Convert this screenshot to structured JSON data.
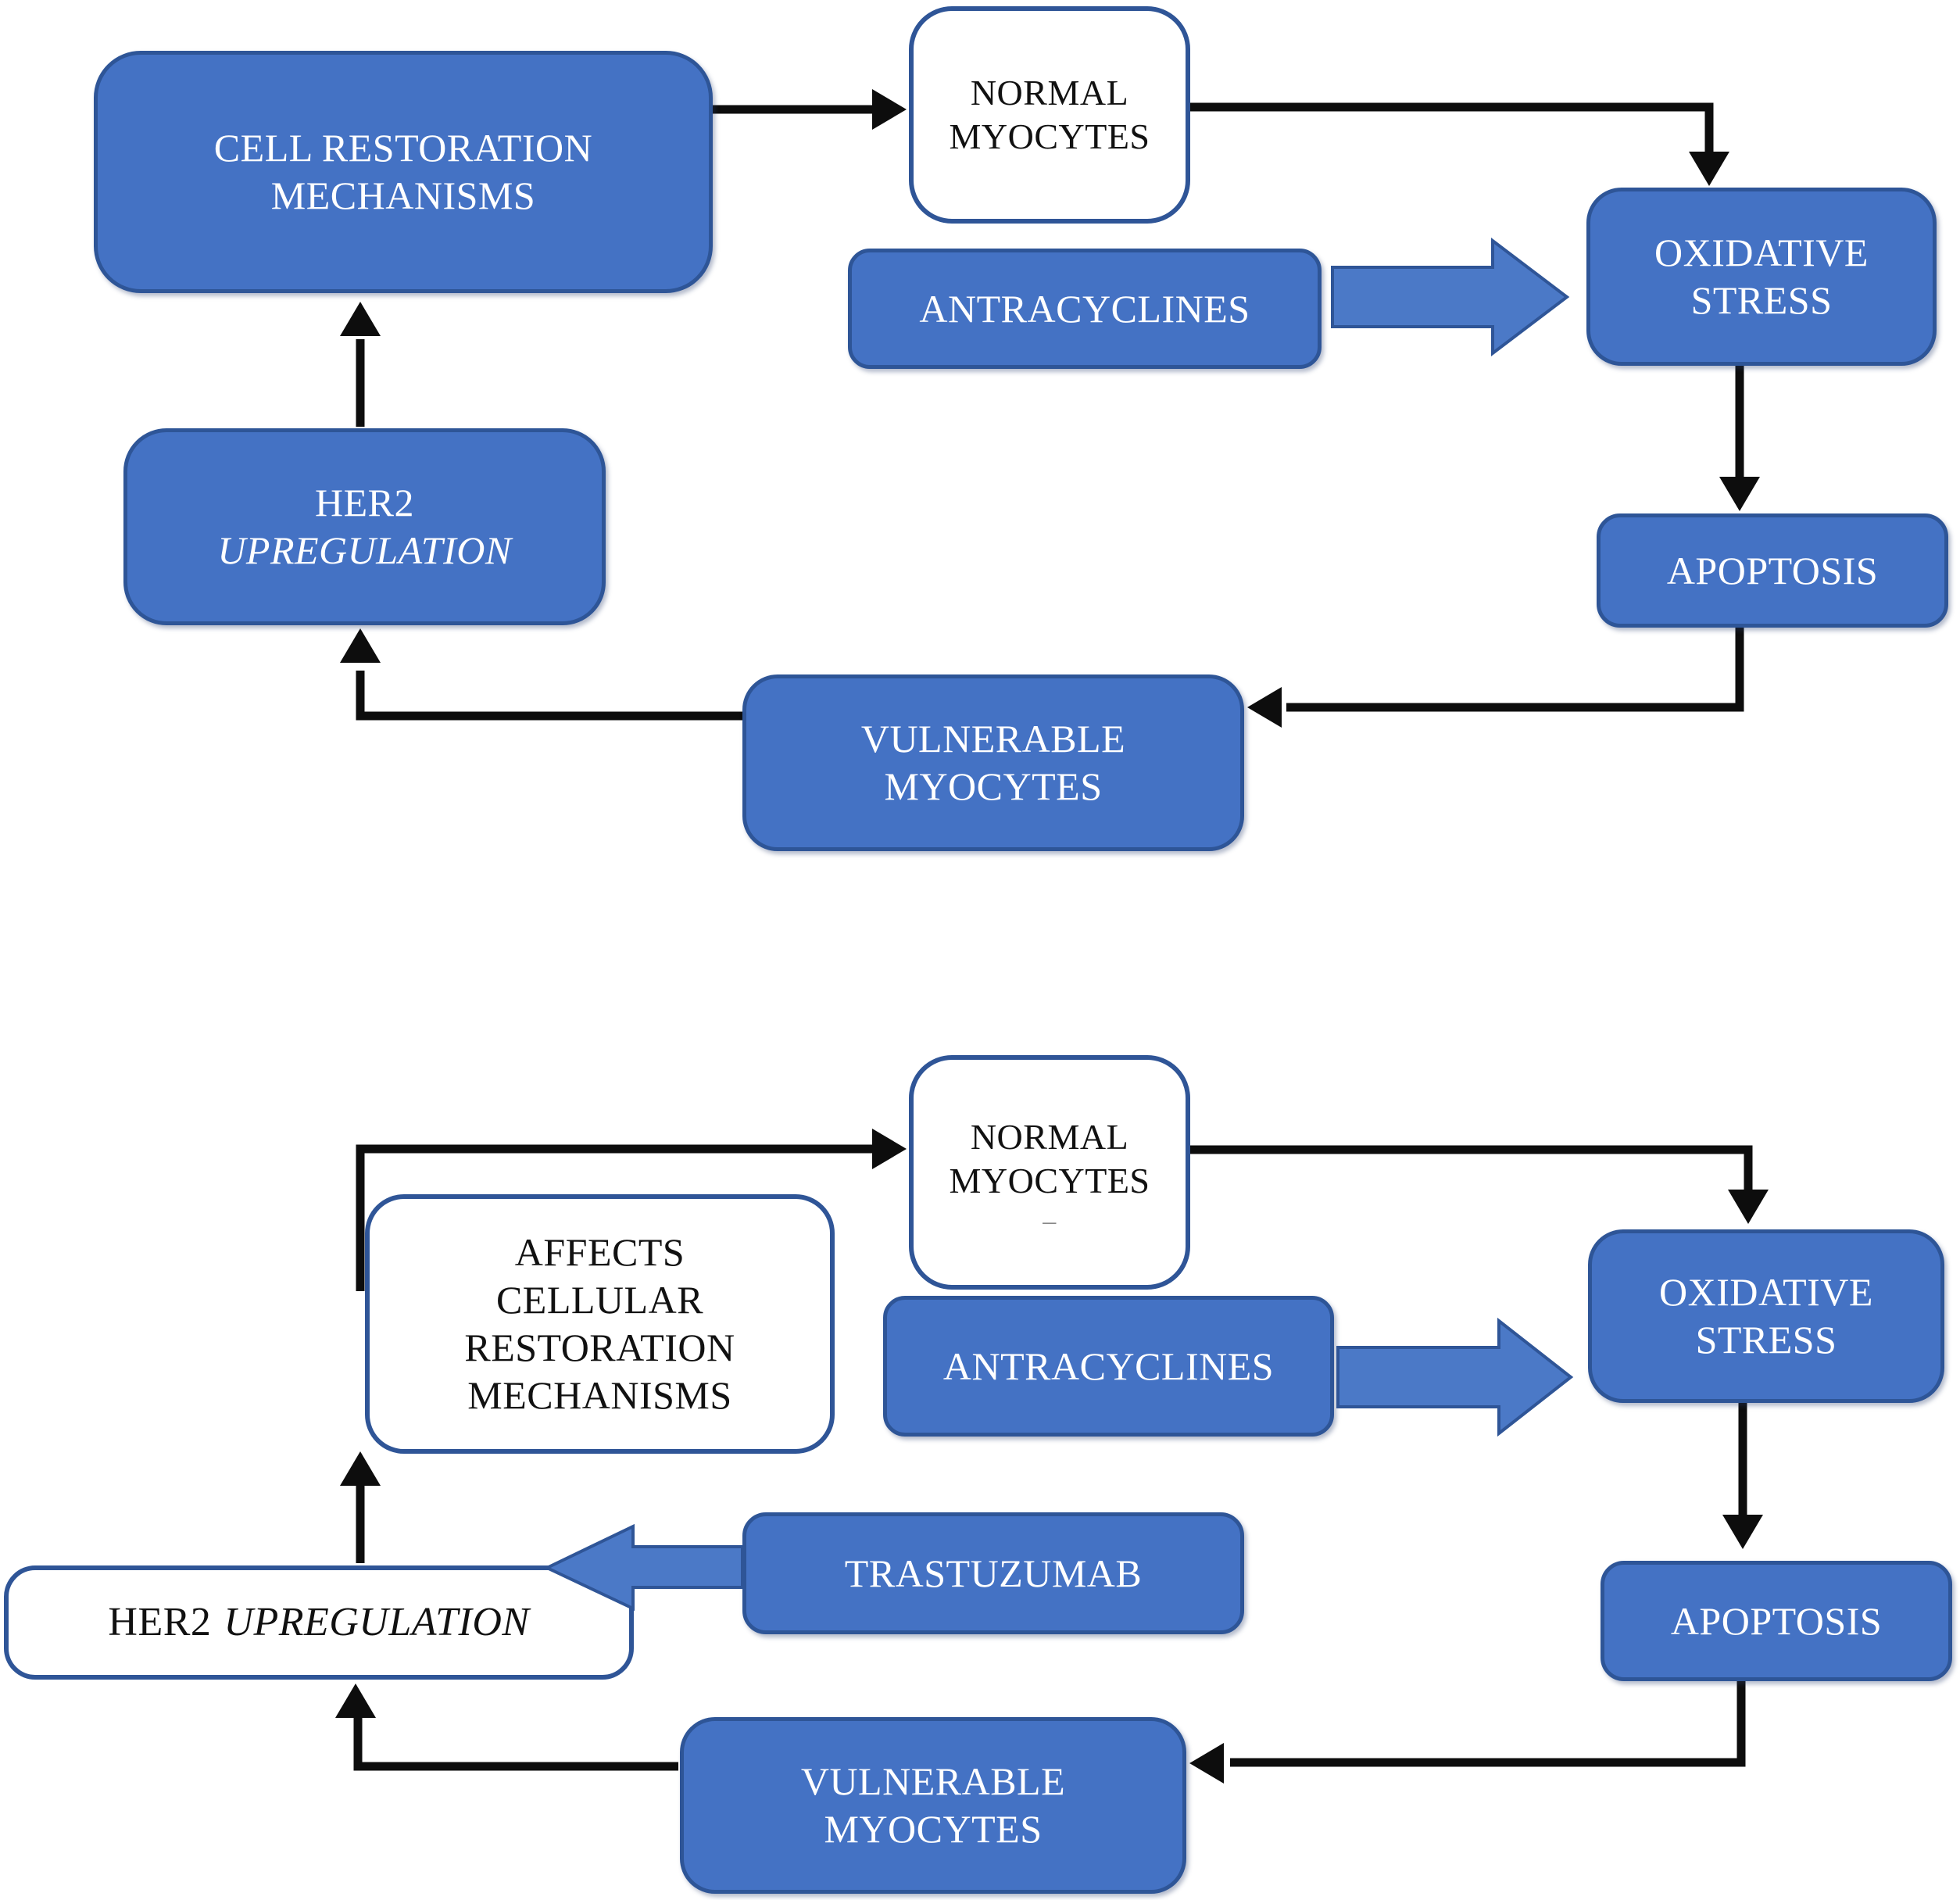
{
  "figure": {
    "description_top": "anthracycline cardiotoxicity cycle",
    "description_bottom": "trastuzumab effect on cardiotoxicity cycle"
  },
  "colors": {
    "box_fill": "#4472C4",
    "box_border": "#2E5597",
    "white_box_border": "#2F5597",
    "black_line": "#0d0d0d",
    "blue_arrow_fill": "#4B79C7",
    "blue_arrow_border": "#2F5597"
  },
  "diagram_top": {
    "cell_restoration": {
      "line1": "CELL RESTORATION",
      "line2": "MECHANISMS"
    },
    "normal_myocytes": {
      "line1": "NORMAL",
      "line2": "MYOCYTES"
    },
    "antracyclines": {
      "label": "ANTRACYCLINES"
    },
    "oxidative_stress": {
      "line1": "OXIDATIVE",
      "line2": "STRESS"
    },
    "apoptosis": {
      "label": "APOPTOSIS"
    },
    "vulnerable_myocytes": {
      "line1": "VULNERABLE",
      "line2": "MYOCYTES"
    },
    "her2_upregulation": {
      "line1": "HER2",
      "line2": "UPREGULATION"
    }
  },
  "diagram_bottom": {
    "affects_cellular_restoration": {
      "line1": "AFFECTS",
      "line2": "CELLULAR",
      "line3": "RESTORATION",
      "line4": "MECHANISMS"
    },
    "normal_myocytes": {
      "line1": "NORMAL",
      "line2": "MYOCYTES",
      "mark": "–"
    },
    "antracyclines": {
      "label": "ANTRACYCLINES"
    },
    "oxidative_stress": {
      "line1": "OXIDATIVE",
      "line2": "STRESS"
    },
    "apoptosis": {
      "label": "APOPTOSIS"
    },
    "trastuzumab": {
      "label": "TRASTUZUMAB"
    },
    "vulnerable_myocytes": {
      "line1": "VULNERABLE",
      "line2": "MYOCYTES"
    },
    "her2_upregulation": {
      "word1": "HER2",
      "word2": "UPREGULATION"
    }
  }
}
